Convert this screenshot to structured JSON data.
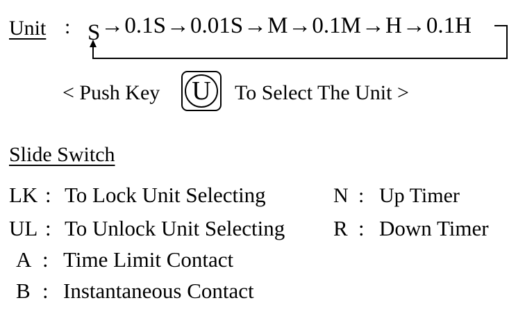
{
  "unit_section": {
    "heading": "Unit",
    "colon": ":",
    "sequence": [
      "S",
      "0.1S",
      "0.01S",
      "M",
      "0.1M",
      "H",
      "0.1H"
    ],
    "arrow_glyph": "→"
  },
  "push_key": {
    "prefix": "< Push Key",
    "key_label": "U",
    "suffix": "To Select The Unit >"
  },
  "slide_switch": {
    "heading": "Slide Switch",
    "colon": ":",
    "left_items": [
      {
        "key": "LK",
        "desc": "To Lock Unit Selecting"
      },
      {
        "key": "UL",
        "desc": "To Unlock Unit Selecting"
      },
      {
        "key": "A",
        "desc": "Time  Limit  Contact"
      },
      {
        "key": "B",
        "desc": "Instantaneous  Contact"
      }
    ],
    "right_items": [
      {
        "key": "N",
        "desc": "Up Timer"
      },
      {
        "key": "R",
        "desc": "Down Timer"
      }
    ]
  }
}
